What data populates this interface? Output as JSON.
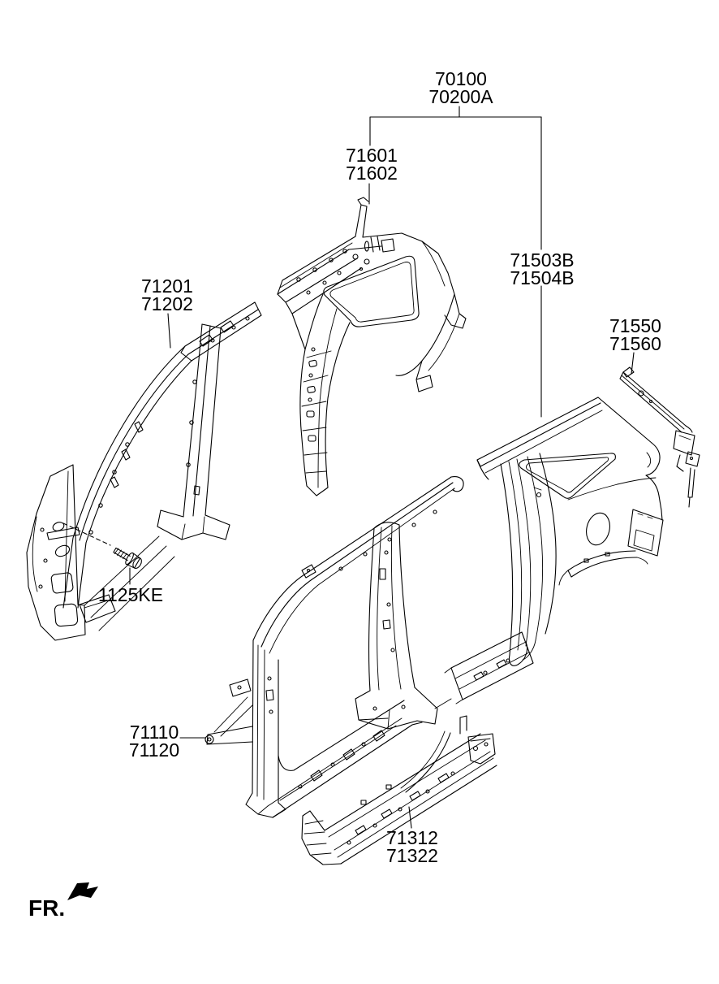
{
  "callouts": {
    "assembly": {
      "line1": "70100",
      "line2": "70200A"
    },
    "quarter_inner_panel": {
      "line1": "71601",
      "line2": "71602"
    },
    "front_pillar_inner": {
      "line1": "71201",
      "line2": "71202"
    },
    "quarter_outer_panel": {
      "line1": "71503B",
      "line2": "71504B"
    },
    "rail_extension": {
      "line1": "71550",
      "line2": "71560"
    },
    "bolt": {
      "line1": "1125KE"
    },
    "side_outer_panel": {
      "line1": "71110",
      "line2": "71120"
    },
    "sill_side_panel": {
      "line1": "71312",
      "line2": "71322"
    }
  },
  "direction_indicator": {
    "label": "FR."
  },
  "colors": {
    "line": "#000000",
    "background": "#ffffff",
    "text": "#000000"
  }
}
